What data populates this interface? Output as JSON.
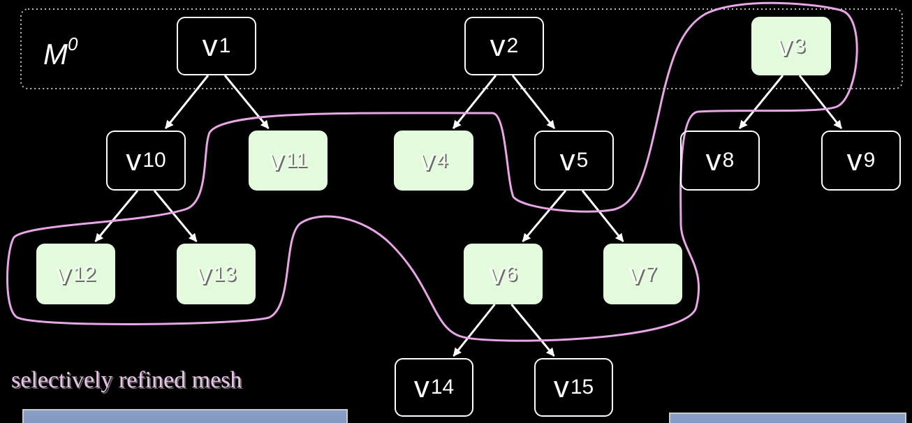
{
  "base_mesh_label": {
    "main": "M",
    "sup": "0"
  },
  "caption": "selectively refined mesh",
  "colors": {
    "selected_fill": "#e3fbdc",
    "selection_curve": "#e9a6e6",
    "caption": "#e8c3e8",
    "edge": "#ffffff"
  },
  "nodes": [
    {
      "id": "v1",
      "base": "v",
      "sub": "1",
      "selected": false
    },
    {
      "id": "v2",
      "base": "v",
      "sub": "2",
      "selected": false
    },
    {
      "id": "v3",
      "base": "v",
      "sub": "3",
      "selected": true
    },
    {
      "id": "v10",
      "base": "v",
      "sub": "10",
      "selected": false
    },
    {
      "id": "v11",
      "base": "v",
      "sub": "11",
      "selected": true
    },
    {
      "id": "v4",
      "base": "v",
      "sub": "4",
      "selected": true
    },
    {
      "id": "v5",
      "base": "v",
      "sub": "5",
      "selected": false
    },
    {
      "id": "v8",
      "base": "v",
      "sub": "8",
      "selected": false
    },
    {
      "id": "v9",
      "base": "v",
      "sub": "9",
      "selected": false
    },
    {
      "id": "v12",
      "base": "v",
      "sub": "12",
      "selected": true
    },
    {
      "id": "v13",
      "base": "v",
      "sub": "13",
      "selected": true
    },
    {
      "id": "v6",
      "base": "v",
      "sub": "6",
      "selected": true
    },
    {
      "id": "v7",
      "base": "v",
      "sub": "7",
      "selected": true
    },
    {
      "id": "v14",
      "base": "v",
      "sub": "14",
      "selected": false
    },
    {
      "id": "v15",
      "base": "v",
      "sub": "15",
      "selected": false
    }
  ],
  "edges": [
    [
      "v1",
      "v10"
    ],
    [
      "v1",
      "v11"
    ],
    [
      "v2",
      "v4"
    ],
    [
      "v2",
      "v5"
    ],
    [
      "v3",
      "v8"
    ],
    [
      "v3",
      "v9"
    ],
    [
      "v10",
      "v12"
    ],
    [
      "v10",
      "v13"
    ],
    [
      "v5",
      "v6"
    ],
    [
      "v5",
      "v7"
    ],
    [
      "v6",
      "v14"
    ],
    [
      "v6",
      "v15"
    ]
  ]
}
